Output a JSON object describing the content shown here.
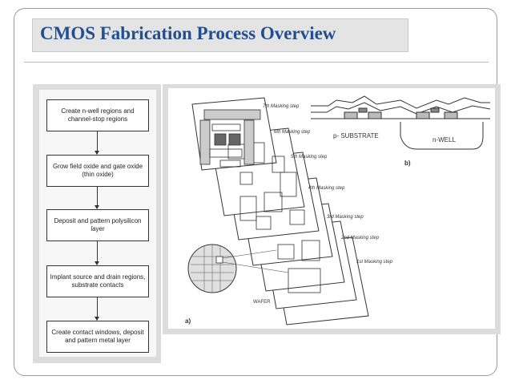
{
  "slide": {
    "title": "CMOS Fabrication Process Overview"
  },
  "flowchart": {
    "steps": [
      "Create n-well regions and channel-stop regions",
      "Grow field oxide and gate oxide (thin oxide)",
      "Deposit and pattern polysilicon layer",
      "Implant source and drain regions, substrate contacts",
      "Create contact windows, deposit and pattern metal layer"
    ]
  },
  "diagram": {
    "mask_steps": [
      "7th Masking step",
      "6th Masking step",
      "5th Masking step",
      "4th Masking step",
      "3rd Masking step",
      "2nd Masking step",
      "1st Masking step"
    ],
    "wafer_label": "WAFER",
    "label_a": "a)",
    "label_b": "b)",
    "substrate_label": "p- SUBSTRATE",
    "nwell_label": "n-WELL"
  },
  "colors": {
    "title": "#1f4f91",
    "title_box": "#e4e4e4",
    "panel": "#dcdcdc"
  }
}
